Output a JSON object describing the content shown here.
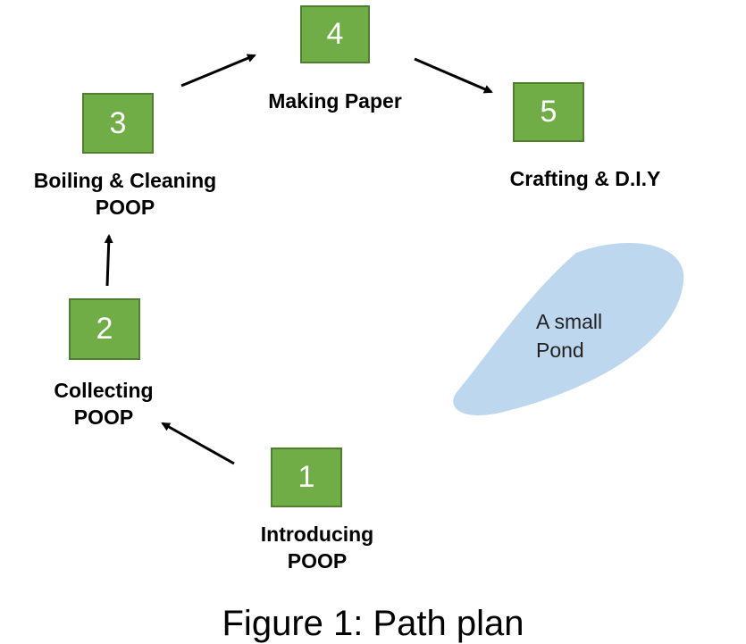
{
  "steps": [
    {
      "number": "1",
      "label_line1": "Introducing",
      "label_line2": "POOP"
    },
    {
      "number": "2",
      "label_line1": "Collecting",
      "label_line2": "POOP"
    },
    {
      "number": "3",
      "label_line1": "Boiling & Cleaning",
      "label_line2": "POOP"
    },
    {
      "number": "4",
      "label_line1": "Making Paper",
      "label_line2": ""
    },
    {
      "number": "5",
      "label_line1": "Crafting & D.I.Y",
      "label_line2": ""
    }
  ],
  "pond": {
    "line1": "A small",
    "line2": "Pond"
  },
  "caption": "Figure 1: Path plan",
  "colors": {
    "box_fill": "#70ad47",
    "box_border": "#507e32",
    "pond_fill": "#bdd7ee",
    "arrow": "#000000"
  }
}
